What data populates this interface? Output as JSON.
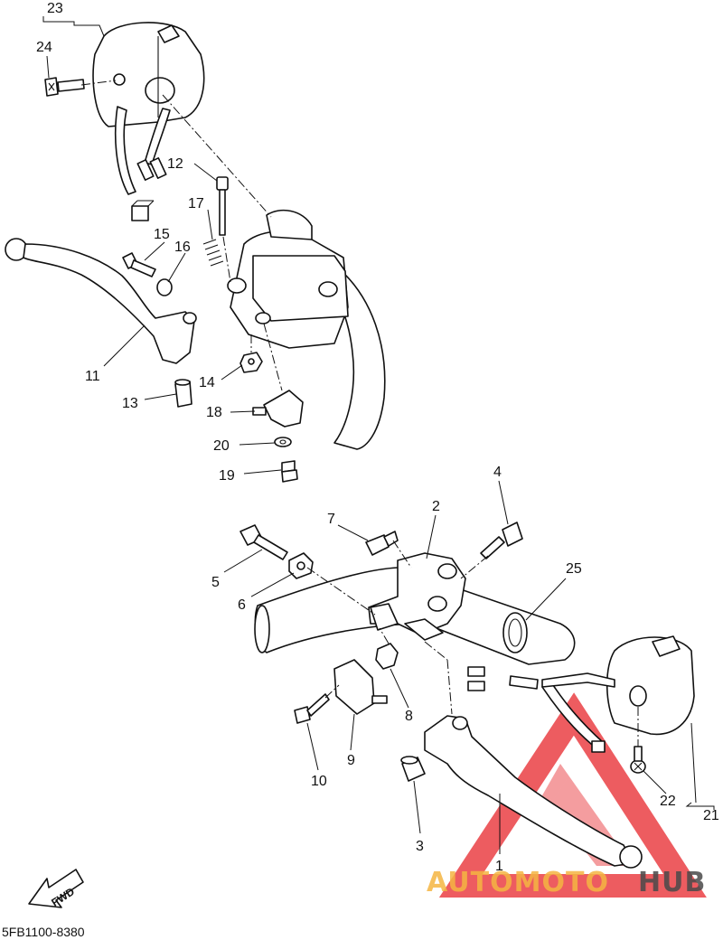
{
  "diagram_code": "5FB1100-8380",
  "fwd_label": "FWD",
  "watermark": {
    "text_a": "AUTOMOTO",
    "text_b": "HUB",
    "color_a": "#f5b642",
    "color_b": "#4a4a4a",
    "logo_color": "#e8262b"
  },
  "callouts": {
    "c1": "1",
    "c2": "2",
    "c3": "3",
    "c4": "4",
    "c5": "5",
    "c6": "6",
    "c7": "7",
    "c8": "8",
    "c9": "9",
    "c10": "10",
    "c11": "11",
    "c12": "12",
    "c13": "13",
    "c14": "14",
    "c15": "15",
    "c16": "16",
    "c17": "17",
    "c18": "18",
    "c19": "19",
    "c20": "20",
    "c21": "21",
    "c22": "22",
    "c23": "23",
    "c24": "24",
    "c25": "25"
  }
}
